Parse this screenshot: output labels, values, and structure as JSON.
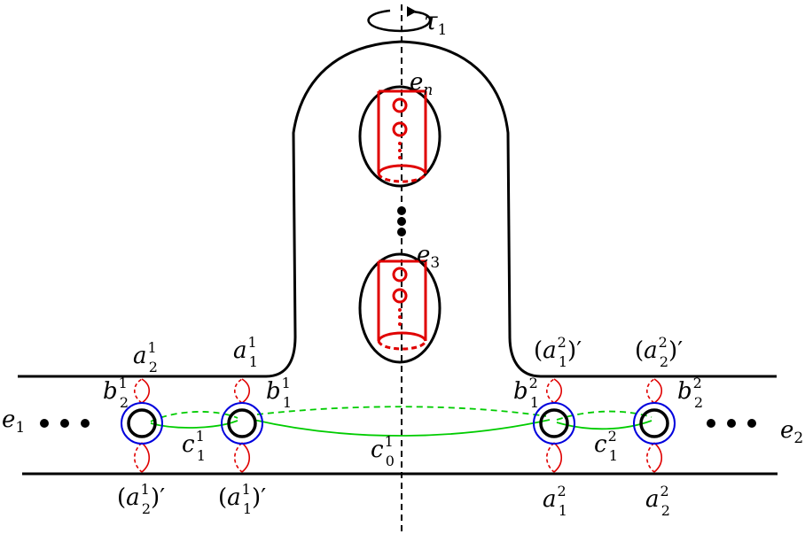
{
  "labels": {
    "tau": "τ",
    "tau_sub": "1",
    "e": "e",
    "e_n_sub": "n",
    "e_3_sub": "3",
    "e_1_sub": "1",
    "e_2_sub": "2",
    "a": "a",
    "b": "b",
    "c": "c",
    "sup_1": "1",
    "sup_2": "2",
    "sub_0": "0",
    "sub_1": "1",
    "sub_2": "2",
    "paren_open": "(",
    "paren_close_prime": ")′",
    "ellipsis_dots": "• • •"
  },
  "colors": {
    "surface": "#000000",
    "red_curves": "#e00000",
    "blue_curves": "#0000dd",
    "green_curves": "#00cc00"
  }
}
